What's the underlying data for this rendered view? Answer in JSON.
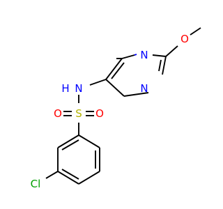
{
  "molecule": {
    "atoms": {
      "n_ring_top": {
        "label": "N",
        "color": "#0000ff"
      },
      "n_ring_bottom": {
        "label": "N",
        "color": "#0000ff"
      },
      "o_methoxy": {
        "label": "O",
        "color": "#ff0000"
      },
      "nh": {
        "label": "N",
        "color": "#0000ff"
      },
      "h_of_nh": {
        "label": "H",
        "color": "#0000ff"
      },
      "s": {
        "label": "S",
        "color": "#b3b300"
      },
      "o_left": {
        "label": "O",
        "color": "#ff0000"
      },
      "o_right": {
        "label": "O",
        "color": "#ff0000"
      },
      "cl": {
        "label": "Cl",
        "color": "#00a000"
      }
    }
  }
}
